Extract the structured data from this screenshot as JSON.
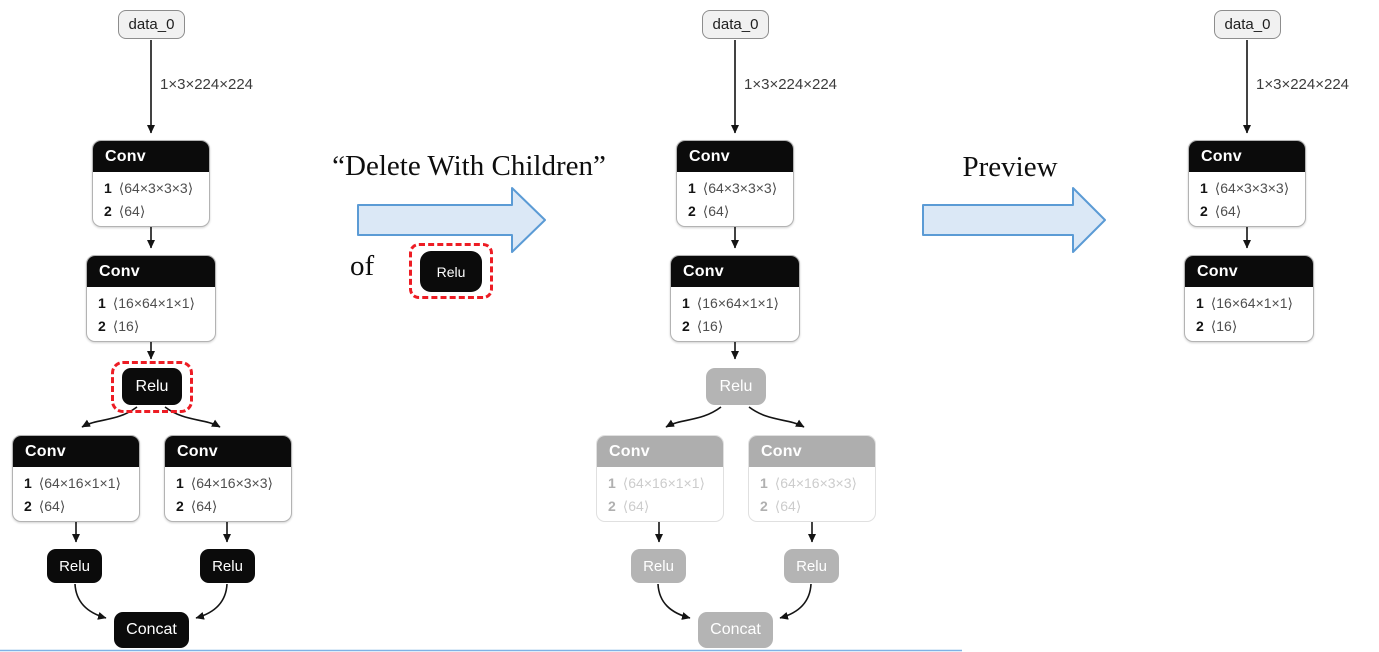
{
  "panels": {
    "before": {
      "input": "data_0",
      "input_shape": "1×3×224×224",
      "conv1": {
        "op": "Conv",
        "w_id": "1",
        "w_shape": "⟨64×3×3×3⟩",
        "b_id": "2",
        "b_shape": "⟨64⟩"
      },
      "conv2": {
        "op": "Conv",
        "w_id": "1",
        "w_shape": "⟨16×64×1×1⟩",
        "b_id": "2",
        "b_shape": "⟨16⟩"
      },
      "relu": "Relu",
      "branch_left": {
        "op": "Conv",
        "w_id": "1",
        "w_shape": "⟨64×16×1×1⟩",
        "b_id": "2",
        "b_shape": "⟨64⟩"
      },
      "branch_right": {
        "op": "Conv",
        "w_id": "1",
        "w_shape": "⟨64×16×3×3⟩",
        "b_id": "2",
        "b_shape": "⟨64⟩"
      },
      "relu_left": "Relu",
      "relu_right": "Relu",
      "concat": "Concat"
    },
    "during": {
      "input": "data_0",
      "input_shape": "1×3×224×224",
      "conv1": {
        "op": "Conv",
        "w_id": "1",
        "w_shape": "⟨64×3×3×3⟩",
        "b_id": "2",
        "b_shape": "⟨64⟩"
      },
      "conv2": {
        "op": "Conv",
        "w_id": "1",
        "w_shape": "⟨16×64×1×1⟩",
        "b_id": "2",
        "b_shape": "⟨16⟩"
      },
      "relu": "Relu",
      "branch_left": {
        "op": "Conv",
        "w_id": "1",
        "w_shape": "⟨64×16×1×1⟩",
        "b_id": "2",
        "b_shape": "⟨64⟩"
      },
      "branch_right": {
        "op": "Conv",
        "w_id": "1",
        "w_shape": "⟨64×16×3×3⟩",
        "b_id": "2",
        "b_shape": "⟨64⟩"
      },
      "relu_left": "Relu",
      "relu_right": "Relu",
      "concat": "Concat"
    },
    "after": {
      "input": "data_0",
      "input_shape": "1×3×224×224",
      "conv1": {
        "op": "Conv",
        "w_id": "1",
        "w_shape": "⟨64×3×3×3⟩",
        "b_id": "2",
        "b_shape": "⟨64⟩"
      },
      "conv2": {
        "op": "Conv",
        "w_id": "1",
        "w_shape": "⟨16×64×1×1⟩",
        "b_id": "2",
        "b_shape": "⟨16⟩"
      }
    }
  },
  "annotations": {
    "action_quote": "“Delete With Children”",
    "of_label": "of",
    "action_node": "Relu",
    "preview_label": "Preview"
  },
  "colors": {
    "node_black": "#0b0b0b",
    "disabled_gray": "#b4b4b4",
    "highlight_red": "#ed1c24",
    "arrow_fill": "#dbe8f6",
    "arrow_stroke": "#5b9bd5",
    "edge_black": "#141414"
  }
}
